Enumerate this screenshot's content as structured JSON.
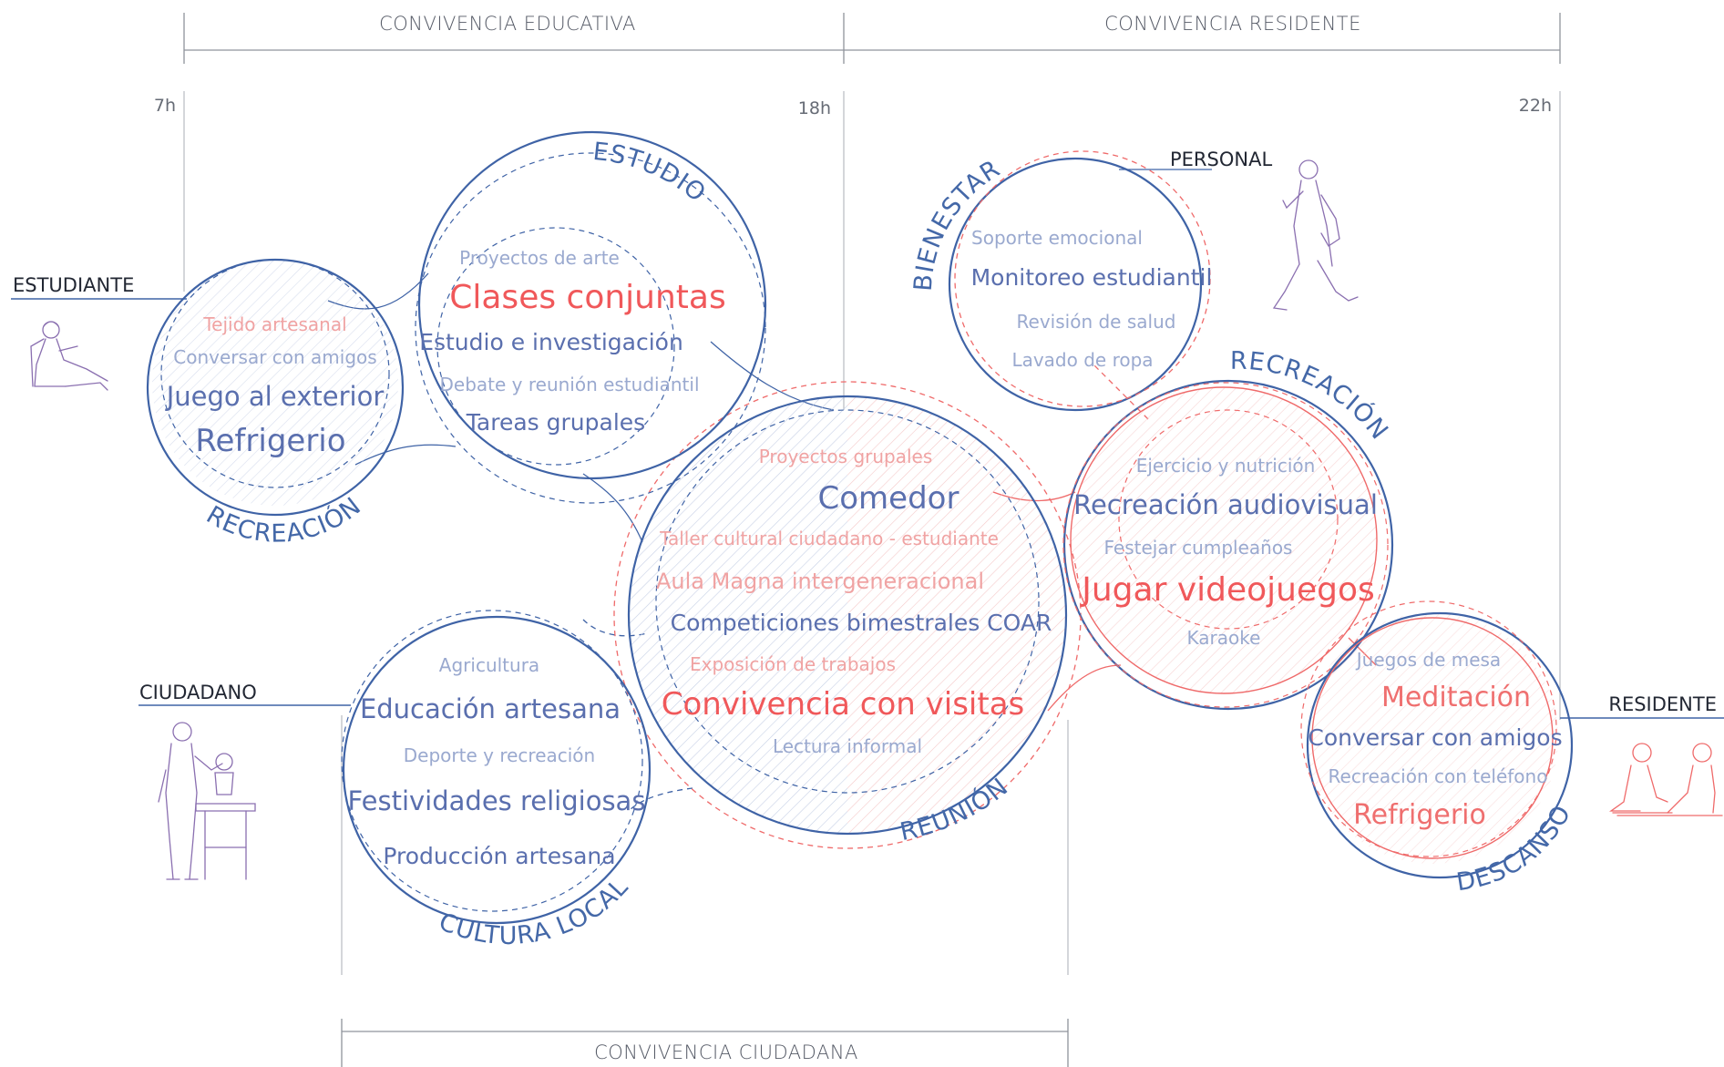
{
  "sections": {
    "educativa": "CONVIVENCIA EDUCATIVA",
    "residente": "CONVIVENCIA RESIDENTE",
    "ciudadana": "CONVIVENCIA CIUDADANA"
  },
  "hours": [
    "7h",
    "18h",
    "22h"
  ],
  "roles": {
    "estudiante": "ESTUDIANTE",
    "ciudadano": "CIUDADANO",
    "personal": "PERSONAL",
    "residente": "RESIDENTE"
  },
  "arcs": {
    "estudio": "ESTUDIO",
    "recreacion_left": "RECREACIÓN",
    "bienestar": "BIENESTAR",
    "recreacion_right": "RECREACIÓN",
    "reunion": "REUNIÓN",
    "cultura_local": "CULTURA LOCAL",
    "descanso": "DESCANSO"
  },
  "activities": {
    "recreacion_left": [
      "Tejido artesanal",
      "Conversar con amigos",
      "Juego al exterior",
      "Refrigerio"
    ],
    "estudio": [
      "Proyectos de arte",
      "Clases conjuntas",
      "Estudio e investigación",
      "Debate y reunión estudiantil",
      "Tareas grupales"
    ],
    "bienestar": [
      "Soporte emocional",
      "Monitoreo estudiantil",
      "Revisión de salud",
      "Lavado de ropa"
    ],
    "recreacion_right": [
      "Ejercicio y nutrición",
      "Recreación audiovisual",
      "Festejar cumpleaños",
      "Jugar videojuegos",
      "Karaoke"
    ],
    "reunion": [
      "Proyectos grupales",
      "Comedor",
      "Taller cultural ciudadano - estudiante",
      "Aula Magna intergeneracional",
      "Competiciones bimestrales COAR",
      "Exposición de trabajos",
      "Convivencia con visitas",
      "Lectura informal"
    ],
    "cultura_local": [
      "Agricultura",
      "Educación artesana",
      "Deporte y recreación",
      "Festividades religiosas",
      "Producción artesana"
    ],
    "descanso": [
      "Juegos de mesa",
      "Meditación",
      "Conversar con amigos",
      "Recreación con teléfono",
      "Refrigerio"
    ]
  },
  "colors": {
    "blue": "#3f63a6",
    "red": "#ef6a6a",
    "gray_line": "#9a9ea8"
  }
}
